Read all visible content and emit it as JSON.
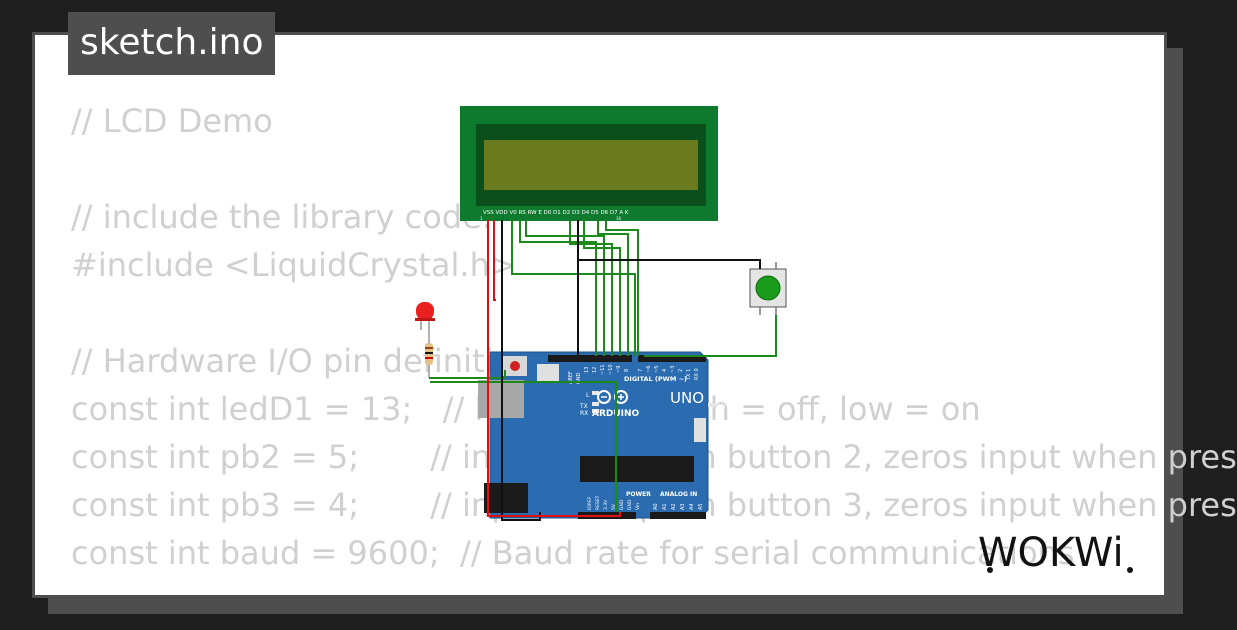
{
  "title": "sketch.ino",
  "code_lines": [
    "// LCD Demo",
    "",
    "// include the library code:",
    "#include <LiquidCrystal.h>",
    "",
    "// Hardware I/O pin definitions",
    "const int ledD1 = 13;   // led output: high = off, low = on",
    "const int pb2 = 5;       // input from push button 2, zeros input when pres",
    "const int pb3 = 4;       // input from push button 3, zeros input when pres",
    "const int baud = 9600;  // Baud rate for serial communications"
  ],
  "lcd": {
    "pin_labels": "VSS VDD V0 RS RW E  D0 D1 D2 D3 D4 D5 D6 D7 A  K",
    "pin_numbers_left": "1",
    "pin_numbers_right": "16"
  },
  "arduino": {
    "model": "UNO",
    "brand": "ARDUINO",
    "digital_label": "DIGITAL (PWM ~)",
    "power_label": "POWER",
    "analog_label": "ANALOG IN",
    "aref": "AREF",
    "gnd": "GND",
    "led_l": "L",
    "tx": "TX",
    "rx": "RX",
    "on": "ON",
    "power_pins": [
      "IOREF",
      "RESET",
      "3.3V",
      "5V",
      "GND",
      "GND",
      "Vin"
    ],
    "analog_pins": [
      "A0",
      "A1",
      "A2",
      "A3",
      "A4",
      "A5"
    ],
    "digital_pins": [
      "13",
      "12",
      "~11",
      "~10",
      "~9",
      "8",
      "7",
      "~6",
      "~5",
      "4",
      "~3",
      "2",
      "TX 1",
      "RX 0"
    ]
  },
  "logo": "WOKWi",
  "colors": {
    "background": "#1e1e1e",
    "card": "#ffffff",
    "card_shadow": "#4e4e4e",
    "code_text": "#d0d0d0",
    "lcd_pcb": "#0e7a2e",
    "lcd_screen": "#6b7a1c",
    "arduino_board": "#2b6cb0",
    "wire_green": "#1b8a1b",
    "wire_black": "#111111",
    "wire_red": "#e01010",
    "led_red": "#e82020",
    "button_green": "#1a9a1a"
  }
}
